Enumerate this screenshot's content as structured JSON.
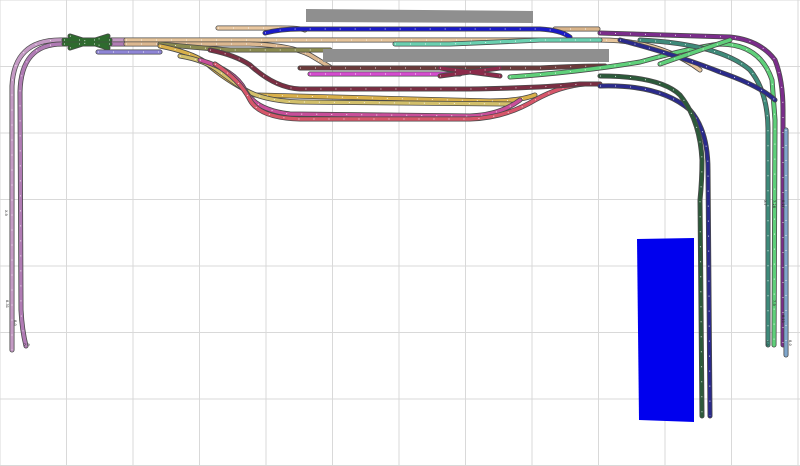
{
  "diagram": {
    "colors": {
      "background": "#ffffff",
      "grid": "#d9d9d9",
      "platform": "#8f8f8f",
      "building": "#0000ee",
      "sleeper": "#ffffff",
      "label": "#222222"
    },
    "tracks": [
      {
        "id": "outer-loop",
        "color": "#c49ac4"
      },
      {
        "id": "outer-loop-inner-rail",
        "color": "#b07bb4"
      },
      {
        "id": "crossover-left",
        "color": "#2e6b2e"
      },
      {
        "id": "main-tan-1",
        "color": "#e6c49a"
      },
      {
        "id": "main-tan-2",
        "color": "#dcb890"
      },
      {
        "id": "main-tan-3",
        "color": "#e9c79f"
      },
      {
        "id": "main-tan-4",
        "color": "#d9b48a"
      },
      {
        "id": "station-track-blue",
        "color": "#1a1ac8"
      },
      {
        "id": "station-teal",
        "color": "#6ad0b0"
      },
      {
        "id": "siding-lavender",
        "color": "#8e85d6"
      },
      {
        "id": "yellow-curve",
        "color": "#d9b04a"
      },
      {
        "id": "mustard-curve",
        "color": "#d2bf6a"
      },
      {
        "id": "pink-curve",
        "color": "#c84f9a"
      },
      {
        "id": "red-curve",
        "color": "#d6566a"
      },
      {
        "id": "maroon-1",
        "color": "#7a2e42"
      },
      {
        "id": "maroon-2",
        "color": "#6b3a3a"
      },
      {
        "id": "magenta-track",
        "color": "#d54ccf"
      },
      {
        "id": "crossover-maroon",
        "color": "#8b2a4a"
      },
      {
        "id": "navy-right",
        "color": "#2a2a8c"
      },
      {
        "id": "dark-green-right",
        "color": "#2c5a3a"
      },
      {
        "id": "purple-right",
        "color": "#7b2d8b"
      },
      {
        "id": "green-right",
        "color": "#5fd07a"
      },
      {
        "id": "teal-right",
        "color": "#3e8a7a"
      },
      {
        "id": "steelblue-right",
        "color": "#7fa6cc"
      },
      {
        "id": "olive-short",
        "color": "#8a8a50"
      }
    ],
    "platforms": [
      {
        "id": "platform-top"
      },
      {
        "id": "platform-middle"
      }
    ],
    "buildings": [
      {
        "id": "blue-building"
      }
    ],
    "labels": [
      {
        "id": "lbl-left-1",
        "text": "X-9"
      },
      {
        "id": "lbl-left-2",
        "text": "8-31"
      },
      {
        "id": "lbl-left-3",
        "text": "8-0"
      },
      {
        "id": "lbl-left-4",
        "text": "2-9"
      },
      {
        "id": "lbl-right-1",
        "text": "X-7"
      },
      {
        "id": "lbl-right-2",
        "text": "7-18"
      },
      {
        "id": "lbl-right-3",
        "text": "7-9"
      },
      {
        "id": "lbl-right-4",
        "text": "7-0"
      },
      {
        "id": "lbl-right-5",
        "text": "8-18"
      },
      {
        "id": "lbl-right-6",
        "text": "8-11"
      },
      {
        "id": "lbl-right-7",
        "text": "8-0"
      }
    ]
  }
}
